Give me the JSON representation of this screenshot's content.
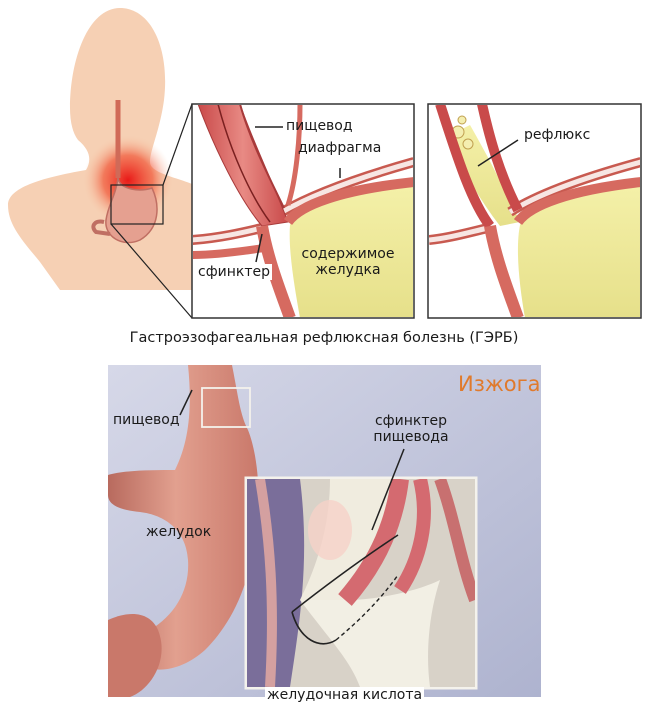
{
  "top_figure": {
    "labels": {
      "esophagus": "пищевод",
      "diaphragm": "диафрагма",
      "sphincter": "сфинктер",
      "stomach_contents": "содержимое желудка",
      "reflux": "рефлюкс"
    },
    "caption": "Гастроэзофагеальная рефлюксная болезнь (ГЭРБ)"
  },
  "bottom_figure": {
    "title": "Изжога",
    "labels": {
      "esophagus": "пищевод",
      "esophageal_sphincter": "сфинктер пищевода",
      "stomach": "желудок",
      "stomach_acid": "желудочная кислота"
    },
    "colors": {
      "title": "#e07a2c",
      "background": "#c9cce0",
      "stomach": "#d9907f",
      "acid": "#f2efdc"
    }
  }
}
